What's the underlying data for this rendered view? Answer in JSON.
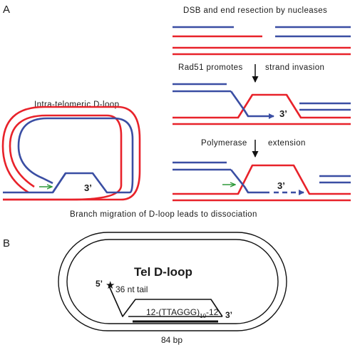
{
  "panel_a": {
    "label": "A",
    "step1": "DSB and end resection by nucleases",
    "step2_left": "Rad51 promotes",
    "step2_right": "strand invasion",
    "step3_left": "Polymerase",
    "step3_right": "extension",
    "loop_title": "Intra-telomeric D-loop",
    "end_loop": "3’",
    "end_step2": "3’",
    "end_step3": "3’",
    "bottom_caption": "Branch migration of D-loop leads to dissociation"
  },
  "panel_b": {
    "label": "B",
    "title": "Tel D-loop",
    "five_prime": "5’",
    "tail": "36 nt tail",
    "repeat_main": "12-(TTAGGG)",
    "repeat_sub": "10",
    "repeat_end": "-12",
    "three_prime": "3’",
    "length": "84 bp"
  },
  "colors": {
    "red": "#e8222a",
    "blue": "#3a4ea3",
    "green": "#2f9a3a",
    "black": "#111111"
  }
}
